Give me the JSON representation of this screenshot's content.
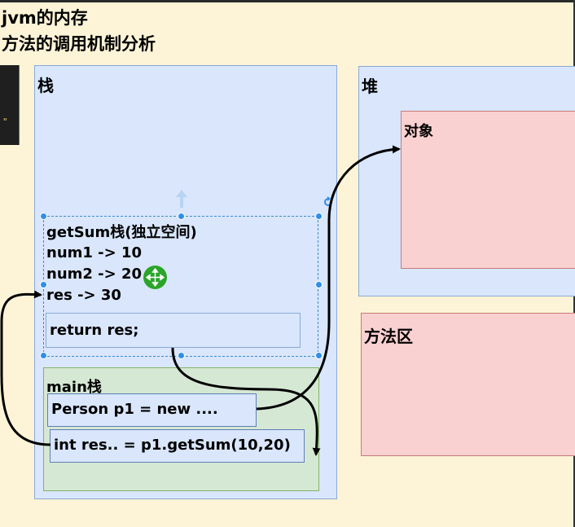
{
  "title": {
    "line1": "jvm的内存",
    "line2": "方法的调用机制分析"
  },
  "sidebar_mark": "\"",
  "stack": {
    "label": "栈",
    "getsum_frame": {
      "title": "getSum栈(独立空间)",
      "vars": [
        "num1 -> 10",
        "num2 -> 20",
        "res -> 30"
      ],
      "return_statement": "return res;"
    },
    "main_frame": {
      "label": "main栈",
      "statements": [
        "Person p1 = new ....",
        "int res.. = p1.getSum(10,20)"
      ]
    }
  },
  "heap": {
    "label": "堆",
    "object_label": "对象"
  },
  "method_area": {
    "label": "方法区"
  },
  "icons": [
    "rotate-icon",
    "up-arrow-icon",
    "move-icon",
    "selection-handle"
  ],
  "colors": {
    "background": "#fdf4d7",
    "memory_region": "#d9e6fb",
    "object_region": "#f9d1d0",
    "main_stack": "#d5e8d4",
    "selection": "#2f8fe8",
    "move_icon": "#2aa52a"
  }
}
